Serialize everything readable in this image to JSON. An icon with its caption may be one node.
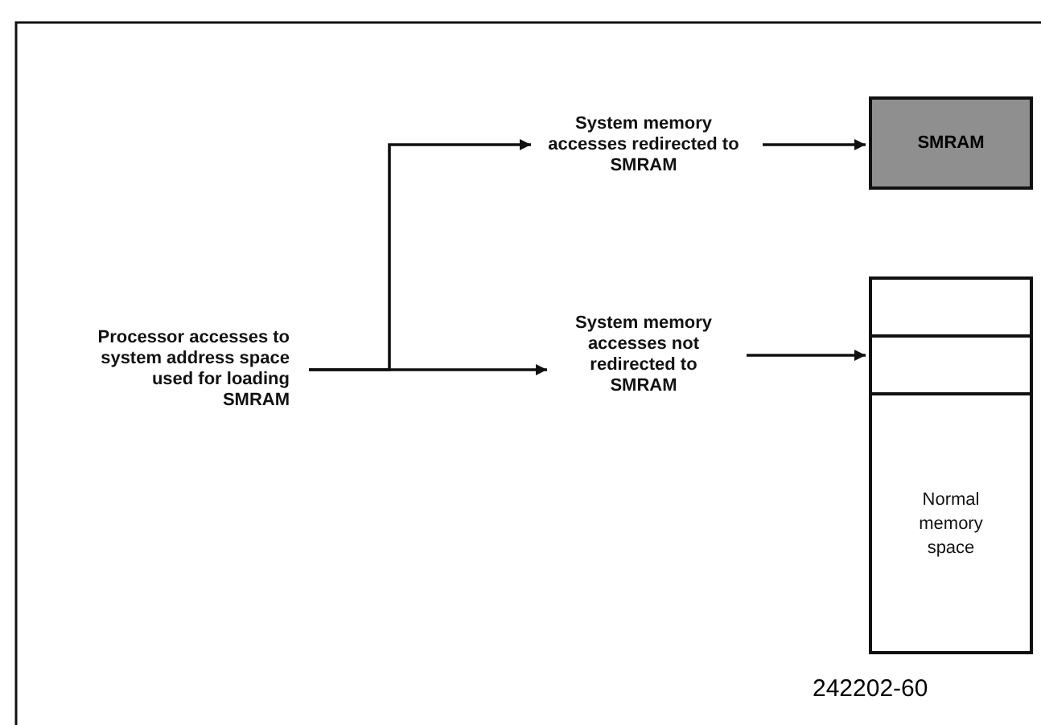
{
  "diagram": {
    "nodes": [
      {
        "text": [
          "Processor accesses to system address space used for loading SMRAM"
        ]
      },
      {
        "text": [
          "System memory accesses redirected to SMRAM"
        ]
      },
      {
        "text": [
          "SMRAM"
        ]
      },
      {
        "text": [
          "System memory accesses not redirected to SMRAM"
        ]
      },
      {
        "text": [],
        "shape": "box"
      },
      {
        "text": [],
        "shape": "box",
        "in": 4
      },
      {
        "text": [],
        "shape": "box",
        "in": 4
      },
      {
        "text": [
          "Normal memory space"
        ],
        "in": 4
      }
    ],
    "edges": [
      {
        "from": 0,
        "to": 1,
        "arrow": "to"
      },
      {
        "from": 0,
        "to": 3,
        "arrow": "to"
      },
      {
        "from": 1,
        "to": 2,
        "arrow": "to"
      },
      {
        "from": 3,
        "to": 6,
        "arrow": "to"
      }
    ],
    "labels": [
      "242202-60"
    ]
  }
}
